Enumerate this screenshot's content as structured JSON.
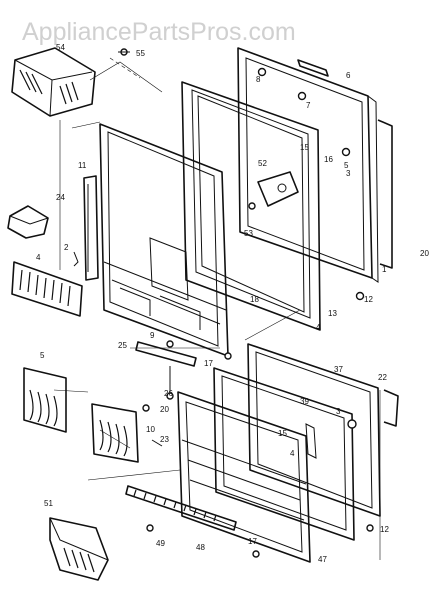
{
  "watermark": "AppliancePartsPros.com",
  "callouts": {
    "c54": "54",
    "c55": "55",
    "c8": "8",
    "c6": "6",
    "c7": "7",
    "c15": "15",
    "c16": "16",
    "c5": "5",
    "c3a": "3",
    "c11": "11",
    "c24": "24",
    "c52": "52",
    "c53": "53",
    "c2": "2",
    "c4a": "4",
    "c18": "18",
    "c13": "13",
    "c1": "1",
    "c12a": "12",
    "c20a": "20",
    "c4b": "4",
    "c9": "9",
    "c25": "25",
    "c17a": "17",
    "c26": "26",
    "c37": "37",
    "c22": "22",
    "c5b": "5",
    "c39": "39",
    "c3b": "3",
    "c20b": "20",
    "c10": "10",
    "c15b": "15",
    "c4c": "4",
    "c23": "23",
    "c51": "51",
    "c49": "49",
    "c48": "48",
    "c17b": "17",
    "c47": "47",
    "c12b": "12"
  }
}
